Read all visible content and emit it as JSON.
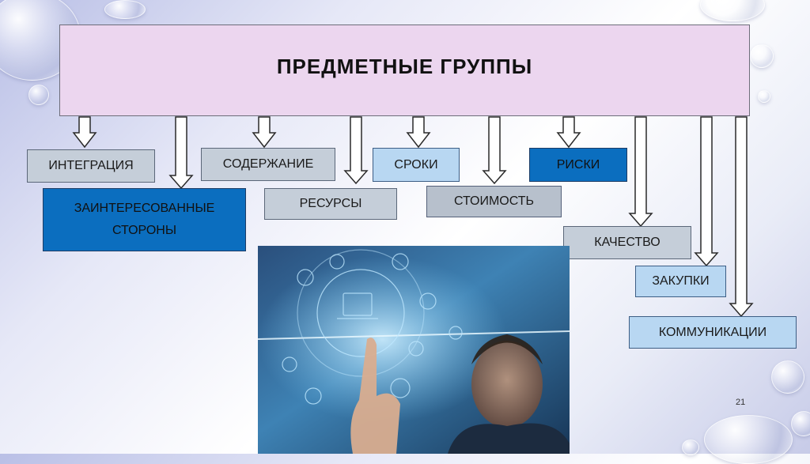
{
  "title": "ПРЕДМЕТНЫЕ ГРУППЫ",
  "groups": {
    "integration": "ИНТЕГРАЦИЯ",
    "stakeholders_line1": "ЗАИНТЕРЕСОВАННЫЕ",
    "stakeholders_line2": "СТОРОНЫ",
    "content": "СОДЕРЖАНИЕ",
    "resources": "РЕСУРСЫ",
    "schedule": "СРОКИ",
    "cost": "СТОИМОСТЬ",
    "risks": "РИСКИ",
    "quality": "КАЧЕСТВО",
    "procurement": "ЗАКУПКИ",
    "communications": "КОММУНИКАЦИИ"
  },
  "page_number": "21",
  "colors": {
    "title_fill": "#ecd6ef",
    "gray_fill": "#c5ced9",
    "light_blue_fill": "#b8d7f2",
    "dark_blue_fill": "#0b6ebf"
  }
}
